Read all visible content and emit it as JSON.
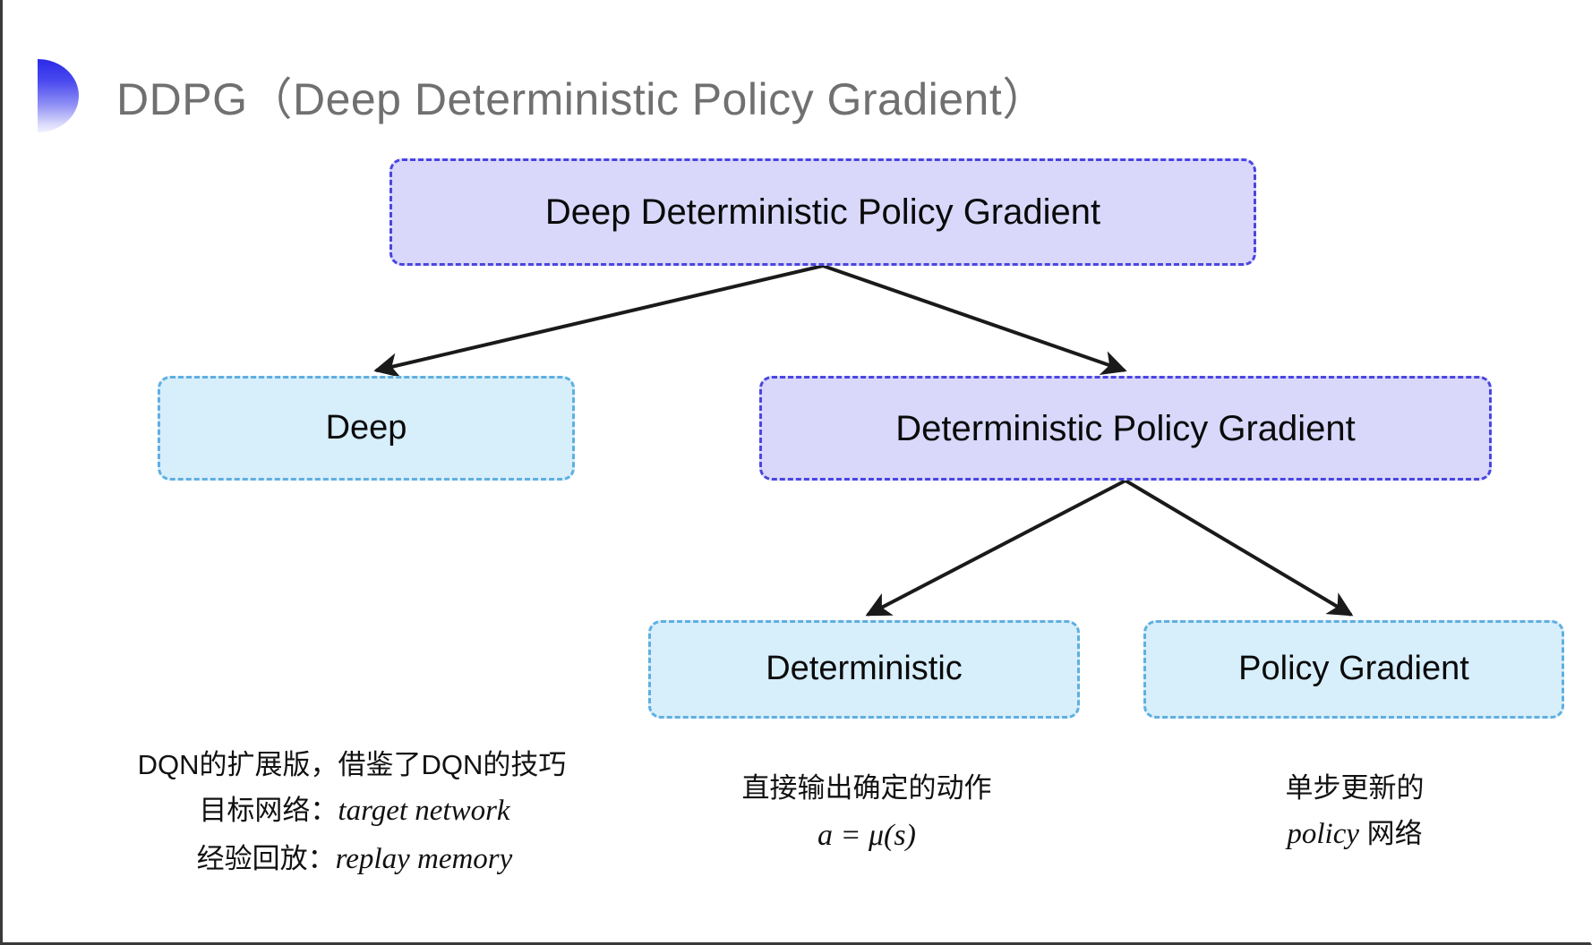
{
  "slide": {
    "title": "DDPG（Deep Deterministic Policy Gradient）",
    "bullet_icon": "half-circle-gradient-icon",
    "background_color": "#ffffff"
  },
  "colors": {
    "purple_fill": "#d9d8fb",
    "purple_border": "#4a45e0",
    "blue_fill": "#d7eefb",
    "blue_border": "#5fafe0",
    "title_text": "#707070",
    "body_text": "#111111",
    "arrow": "#1a1a1a"
  },
  "diagram": {
    "type": "tree",
    "nodes": [
      {
        "id": "root",
        "label": "Deep Deterministic Policy Gradient",
        "style": "purple"
      },
      {
        "id": "deep",
        "label": "Deep",
        "style": "blue"
      },
      {
        "id": "dpg",
        "label": "Deterministic Policy Gradient",
        "style": "purple"
      },
      {
        "id": "det",
        "label": "Deterministic",
        "style": "blue"
      },
      {
        "id": "pg",
        "label": "Policy Gradient",
        "style": "blue"
      }
    ],
    "edges": [
      {
        "from": "root",
        "to": "deep"
      },
      {
        "from": "root",
        "to": "dpg"
      },
      {
        "from": "dpg",
        "to": "det"
      },
      {
        "from": "dpg",
        "to": "pg"
      }
    ]
  },
  "captions": {
    "deep": {
      "line1": "DQN的扩展版，借鉴了DQN的技巧",
      "line2_label": "目标网络：",
      "line2_value": "target network",
      "line3_label": "经验回放：",
      "line3_value": "replay memory"
    },
    "deterministic": {
      "line1": "直接输出确定的动作",
      "formula": "a = μ(s)"
    },
    "policy_gradient": {
      "line1": "单步更新的",
      "line2_value": "policy",
      "line2_suffix": " 网络"
    }
  }
}
